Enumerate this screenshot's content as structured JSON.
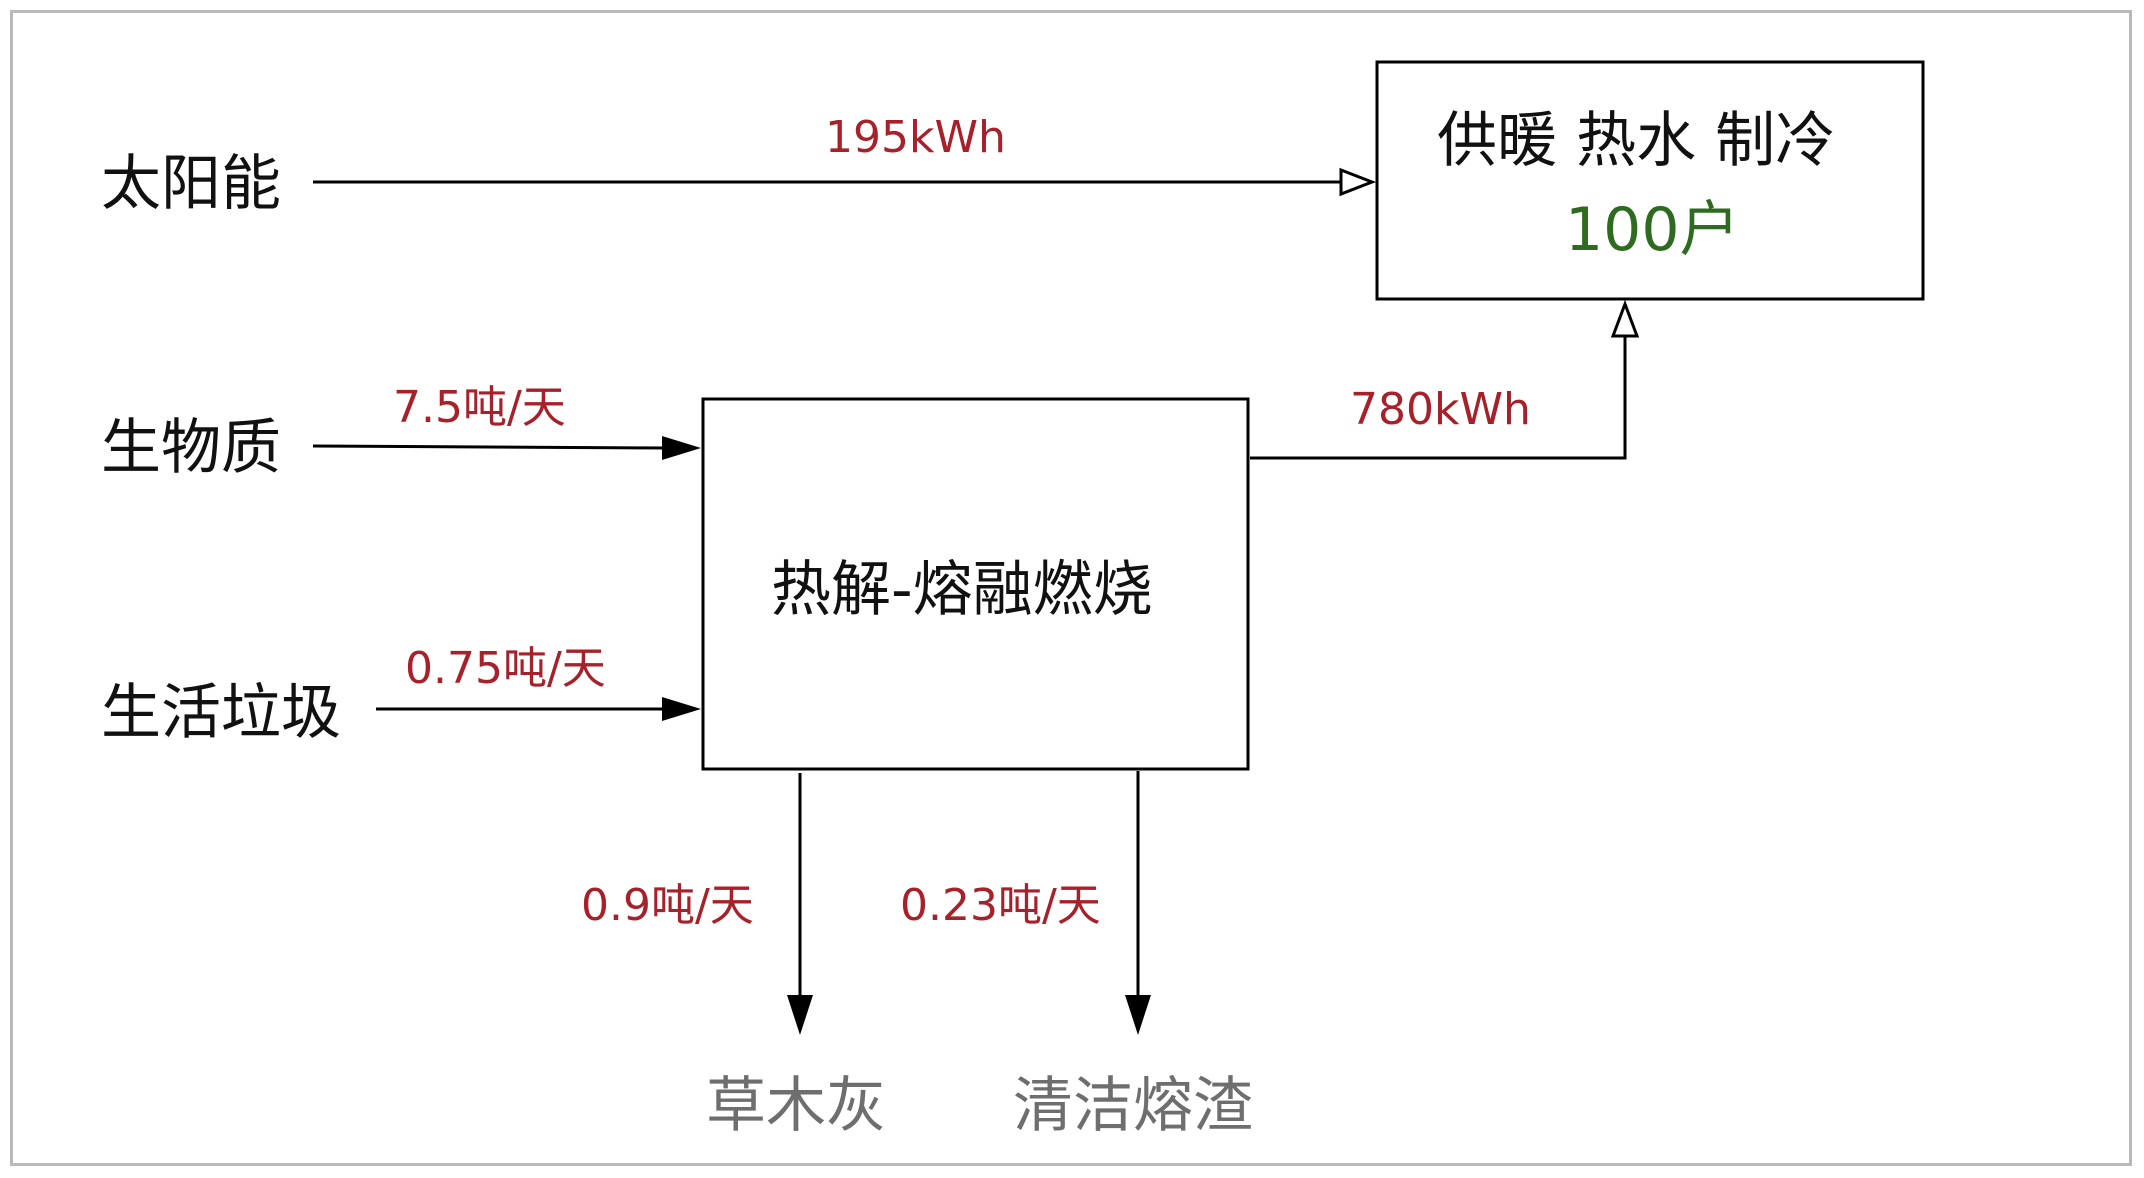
{
  "inputs": {
    "solar": "太阳能",
    "biomass": "生物质",
    "waste": "生活垃圾"
  },
  "flows": {
    "solar_energy": "195kWh",
    "biomass_rate": "7.5吨/天",
    "waste_rate": "0.75吨/天",
    "process_energy": "780kWh",
    "ash_rate": "0.9吨/天",
    "slag_rate": "0.23吨/天"
  },
  "process": {
    "label": "热解-熔融燃烧"
  },
  "output_box": {
    "title": "供暖 热水 制冷",
    "households": "100户"
  },
  "outputs": {
    "ash": "草木灰",
    "slag": "清洁熔渣"
  },
  "colors": {
    "flow_label": "#a8202a",
    "household_count": "#2e6a1f",
    "output_label": "#6e6e6e",
    "frame_border": "#b9b9b9"
  }
}
